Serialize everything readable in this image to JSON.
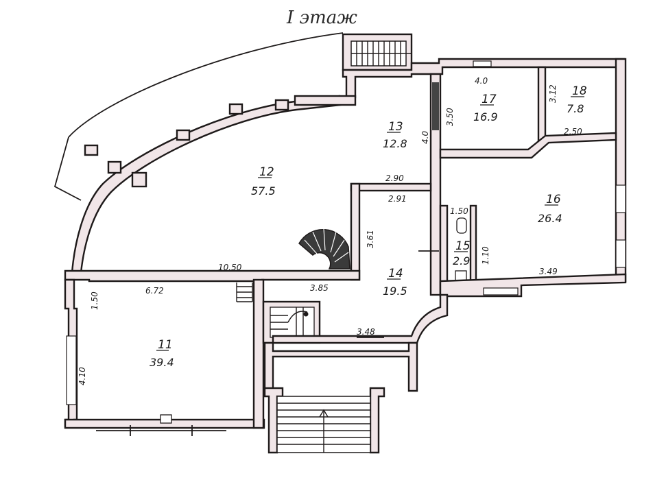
{
  "title": "I этаж",
  "rooms": [
    {
      "number": "11",
      "area": "39.4"
    },
    {
      "number": "12",
      "area": "57.5"
    },
    {
      "number": "13",
      "area": "12.8"
    },
    {
      "number": "14",
      "area": "19.5"
    },
    {
      "number": "15",
      "area": "2.9"
    },
    {
      "number": "16",
      "area": "26.4"
    },
    {
      "number": "17",
      "area": "16.9"
    },
    {
      "number": "18",
      "area": "7.8"
    }
  ],
  "dimensions": {
    "d_4_0_top": "4.0",
    "d_3_50": "3.50",
    "d_4_0_side": "4.0",
    "d_3_12": "3.12",
    "d_2_50": "2.50",
    "d_2_90": "2.90",
    "d_2_91": "2.91",
    "d_1_50": "1.50",
    "d_3_61": "3.61",
    "d_1_10": "1.10",
    "d_3_49": "3.49",
    "d_10_50": "10.50",
    "d_6_72": "6.72",
    "d_1_50_left": "1.50",
    "d_3_85": "3.85",
    "d_3_48": "3.48",
    "d_4_10": "4.10"
  }
}
